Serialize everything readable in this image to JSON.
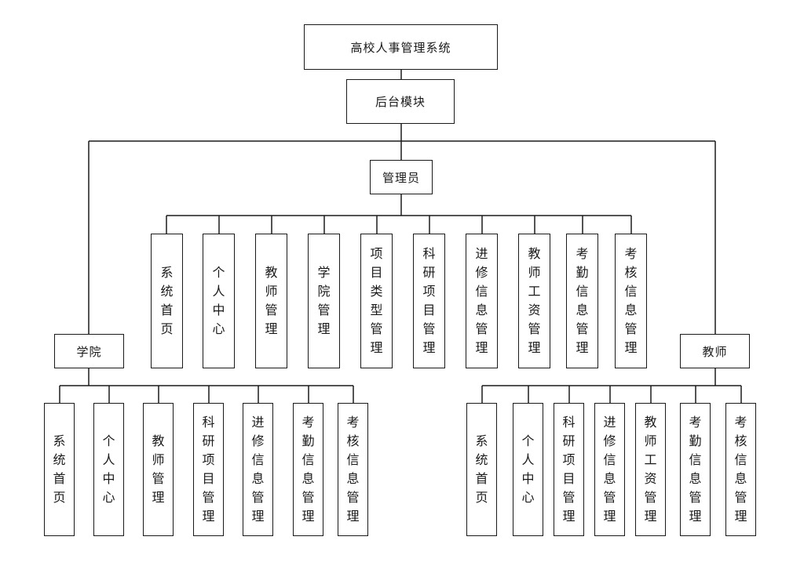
{
  "diagram": {
    "root": "高校人事管理系统",
    "module": "后台模块",
    "admin": {
      "label": "管理员",
      "items": [
        "系统首页",
        "个人中心",
        "教师管理",
        "学院管理",
        "项目类型管理",
        "科研项目管理",
        "进修信息管理",
        "教师工资管理",
        "考勤信息管理",
        "考核信息管理"
      ]
    },
    "college": {
      "label": "学院",
      "items": [
        "系统首页",
        "个人中心",
        "教师管理",
        "科研项目管理",
        "进修信息管理",
        "考勤信息管理",
        "考核信息管理"
      ]
    },
    "teacher": {
      "label": "教师",
      "items": [
        "系统首页",
        "个人中心",
        "科研项目管理",
        "进修信息管理",
        "教师工资管理",
        "考勤信息管理",
        "考核信息管理"
      ]
    }
  }
}
